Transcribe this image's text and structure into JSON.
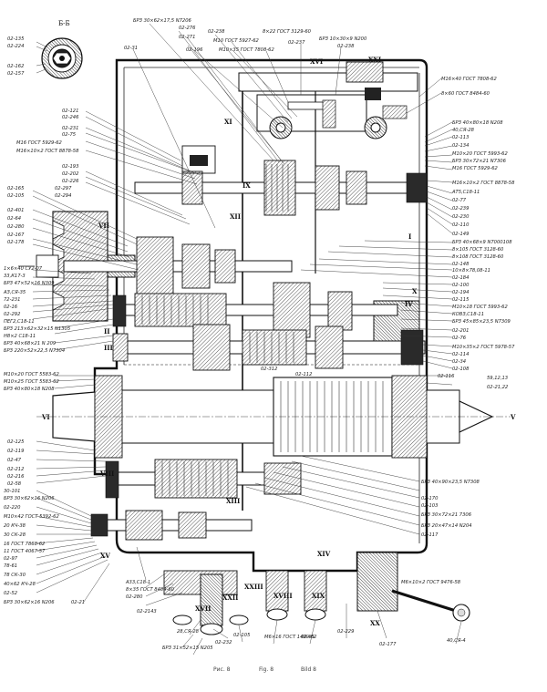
{
  "labels_left": [
    "02-135",
    "02-224",
    "02-162",
    "02-157",
    "02-121",
    "02-246",
    "02-231",
    "02-75",
    "M16 ГОСТ 5929-62",
    "M16×10×2 ГОСТ 8878-58",
    "02-193",
    "02-202",
    "02-226",
    "02-165",
    "02-105",
    "02-297",
    "02-294",
    "02-401",
    "02-64",
    "02-280",
    "02-167",
    "02-178",
    "1×6×40 СУ2-07",
    "33,К17-3",
    "БРЗ 47×52×16 N309",
    "АЗ,СЯ-35",
    "72-231",
    "02-16",
    "02-292",
    "ПЕГ2,С18-11",
    "БРЗ 213×62×32×15 N1305",
    "Н8×2 С18-11",
    "БРЗ 40×68×21 N 209",
    "БРЗ 220×52×22,5 N7304",
    "M10×20 ГОСТ 5583-62",
    "M10×25 ГОСТ 5583-62",
    "БРЗ 40×80×18 N208",
    "02-125",
    "02-119",
    "02-47",
    "02-212",
    "02-216",
    "02-58",
    "30-101",
    "БРЗ 30×62×16 N206",
    "02-220",
    "M10×42 ГОСТ 5392-62",
    "20 КЧ-38",
    "30 СК-28",
    "16 ГОСТ 7868-62",
    "11 ГОСТ 4067-57",
    "02-97",
    "78-61",
    "78 СК-30",
    "40×62 КЧ-28",
    "02-52",
    "БРЗ 30×62×16 N206",
    "02-21"
  ],
  "labels_top": [
    "БРЗ 30×62×17,5 N7206",
    "02-276",
    "02-238",
    "02-271",
    "02-196",
    "M10 ГОСТ 5927-62",
    "M10×35 ГОСТ 7808-62",
    "8×22 ГОСТ 3129-60",
    "02-237",
    "БРЗ 10×30×9 N200",
    "02-238",
    "02-31"
  ],
  "labels_right": [
    "M16×40 ГОСТ 7808-62",
    "8×60 ГОСТ 8484-60",
    "БРЗ 40×80×18 N208",
    "40,СЯ-28",
    "02-113",
    "02-134",
    "M10×20 ГОСТ 5993-62",
    "БРЗ 30×72×21 N7306",
    "M16 ГОСТ 5929-62",
    "M16×10×2 ГОСТ 8878-58",
    "АТ5,С18-11",
    "02-77",
    "02-239",
    "02-230",
    "02-110",
    "02-149",
    "БРЗ 40×68×9 N7000108",
    "8×105 ГОСТ 3128-60",
    "8×108 ГОСТ 3128-60",
    "02-148",
    "10×8×78,08-11",
    "02-184",
    "02-100",
    "02-194",
    "02-115",
    "M10×18 ГОСТ 5993-62",
    "КОВЗ,С18-11",
    "БРЗ 45×85×23,5 N7309",
    "02-201",
    "02-76",
    "M10×35×2 ГОСТ 5978-57",
    "02-114",
    "02-34",
    "02-108",
    "02-116",
    "59,12,13",
    "02-21,22",
    "БРЗ 40×90×23,5 N7308",
    "02-170",
    "02-103",
    "БРЗ 30×72×21 7306",
    "БРЗ 20×47×14 N204",
    "02-117"
  ],
  "labels_bottom": [
    "02-312",
    "02-112",
    "A33,С18-1",
    "8×35 ГОСТ 8484-60",
    "02-280",
    "02-2143",
    "02-232",
    "28,СЯ-28",
    "БРЗ 31×52×15 N205",
    "02-105",
    "M6×16 ГОСТ 1490-62",
    "02-85",
    "02-229",
    "02-177",
    "M6×10×2 ГОСТ 9476-58",
    "40,СЯ-4"
  ],
  "roman_numerals": [
    "I",
    "II",
    "III",
    "IV",
    "V",
    "VI",
    "VII",
    "VIII",
    "IX",
    "X",
    "XI",
    "XII",
    "XIII",
    "XIV",
    "XV",
    "XVI",
    "XVII",
    "XVIII",
    "XIX",
    "XX",
    "XXI",
    "XXII",
    "XXIII"
  ],
  "section_label": "Б-Б",
  "caption": {
    "rus": "Рис. 8",
    "eng": "Fig. 8",
    "ger": "Bild 8"
  },
  "colors": {
    "ink": "#111111",
    "paper": "#ffffff",
    "leader": "#333333"
  }
}
